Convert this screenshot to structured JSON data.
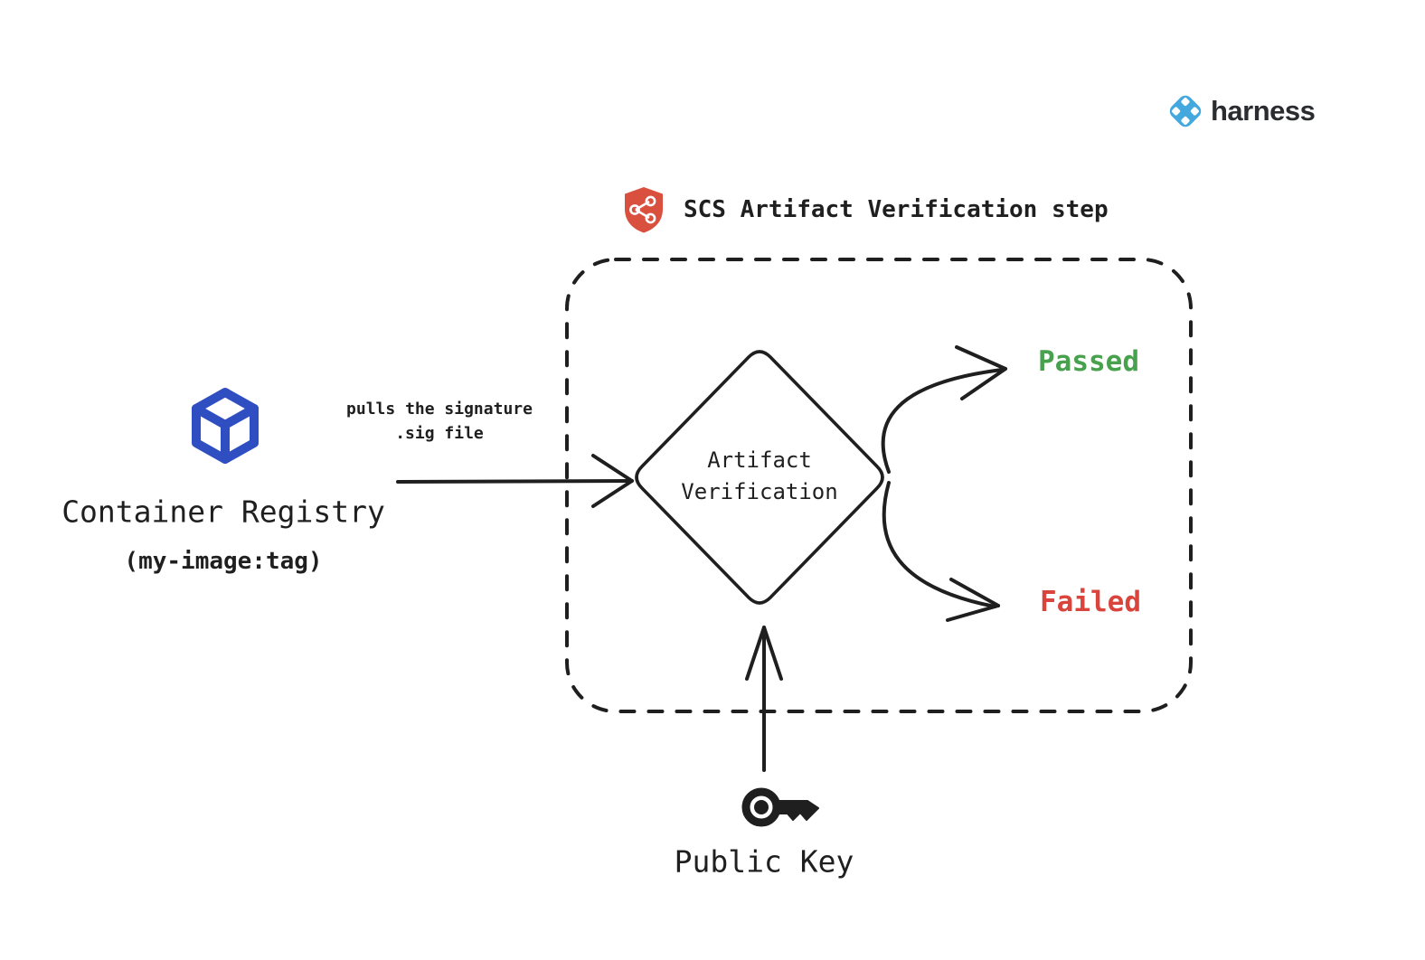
{
  "colors": {
    "ink": "#1f1f1f",
    "cube-blue": "#2f4ec2",
    "passed-green": "#48a14d",
    "failed-red": "#d9453c",
    "harness-blue": "#43a8de",
    "shield-red": "#d9503e"
  },
  "brand": {
    "logo_text": "harness"
  },
  "step": {
    "title": "SCS Artifact Verification step"
  },
  "registry": {
    "label": "Container Registry",
    "sublabel": "(my-image:tag)"
  },
  "flow": {
    "pull_label_line1": "pulls the signature",
    "pull_label_line2": ".sig file"
  },
  "diamond": {
    "line1": "Artifact",
    "line2": "Verification"
  },
  "outcomes": {
    "passed": "Passed",
    "failed": "Failed"
  },
  "public_key": {
    "label": "Public Key"
  }
}
